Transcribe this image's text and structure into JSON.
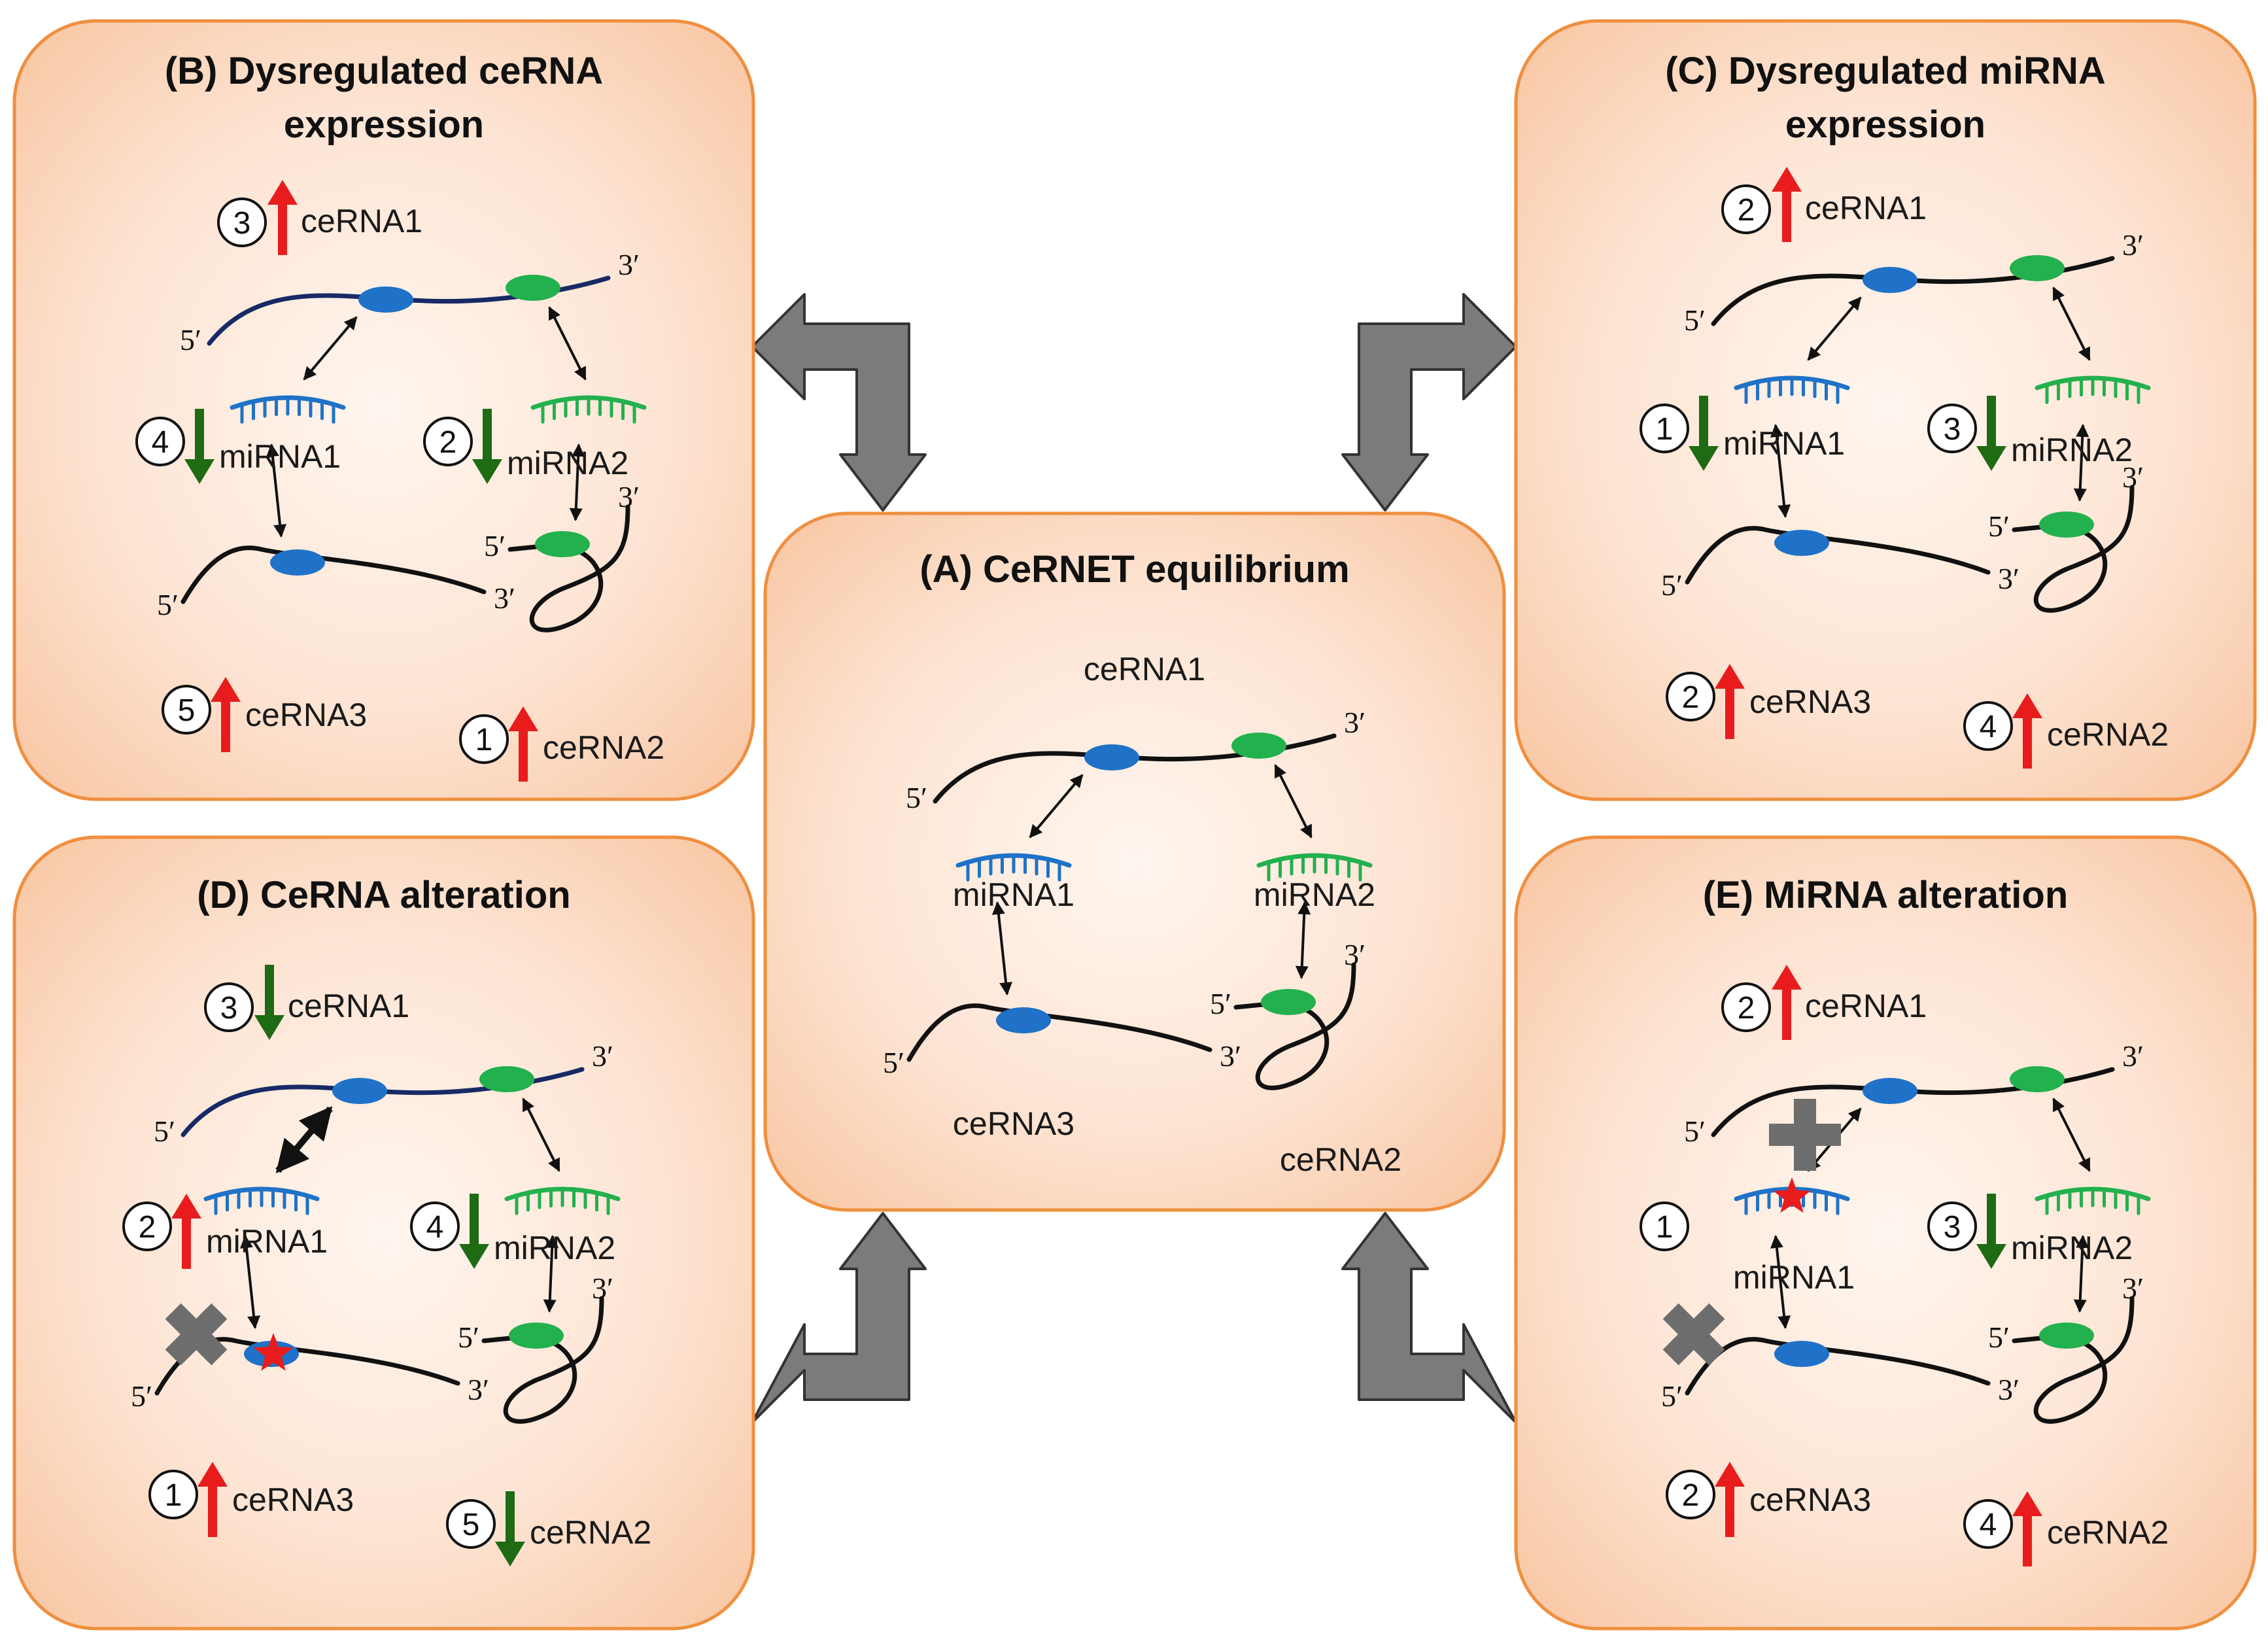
{
  "panels": {
    "A": {
      "title": "(A) CeRNET equilibrium"
    },
    "B": {
      "title": [
        "(B) Dysregulated ceRNA",
        "expression"
      ]
    },
    "C": {
      "title": [
        "(C) Dysregulated miRNA",
        "expression"
      ]
    },
    "D": {
      "title": "(D) CeRNA alteration"
    },
    "E": {
      "title": "(E) MiRNA alteration"
    }
  },
  "labels": {
    "cerna1": "ceRNA1",
    "cerna2": "ceRNA2",
    "cerna3": "ceRNA3",
    "mirna1": "miRNA1",
    "mirna2": "miRNA2",
    "five": "5′",
    "three": "3′"
  },
  "steps": {
    "B": {
      "cerna1": {
        "n": "3",
        "dir": "up"
      },
      "mirna1": {
        "n": "4",
        "dir": "down"
      },
      "mirna2": {
        "n": "2",
        "dir": "down"
      },
      "cerna3": {
        "n": "5",
        "dir": "up"
      },
      "cerna2": {
        "n": "1",
        "dir": "up"
      }
    },
    "C": {
      "cerna1": {
        "n": "2",
        "dir": "up"
      },
      "mirna1": {
        "n": "1",
        "dir": "down"
      },
      "mirna2": {
        "n": "3",
        "dir": "down"
      },
      "cerna3": {
        "n": "2",
        "dir": "up"
      },
      "cerna2": {
        "n": "4",
        "dir": "up"
      }
    },
    "D": {
      "cerna1": {
        "n": "3",
        "dir": "down"
      },
      "mirna1": {
        "n": "2",
        "dir": "up"
      },
      "mirna2": {
        "n": "4",
        "dir": "down"
      },
      "cerna3": {
        "n": "1",
        "dir": "up"
      },
      "cerna2": {
        "n": "5",
        "dir": "down"
      }
    },
    "E": {
      "cerna1": {
        "n": "2",
        "dir": "up"
      },
      "mirna1": {
        "n": "1",
        "dir": "none"
      },
      "mirna2": {
        "n": "3",
        "dir": "down"
      },
      "cerna3": {
        "n": "2",
        "dir": "up"
      },
      "cerna2": {
        "n": "4",
        "dir": "up"
      }
    }
  },
  "colors": {
    "panel_fill": "#f9cfb0",
    "panel_border": "#ef8f3f",
    "up_arrow": "#e81c1c",
    "down_arrow": "#1e6b14",
    "mirna1": "#1f72c7",
    "mirna2": "#23b04e",
    "block_arrow": "#7b7b7b",
    "cerna1_altered": "#172a66",
    "cerna1_label_c": "#1c3f8a"
  }
}
